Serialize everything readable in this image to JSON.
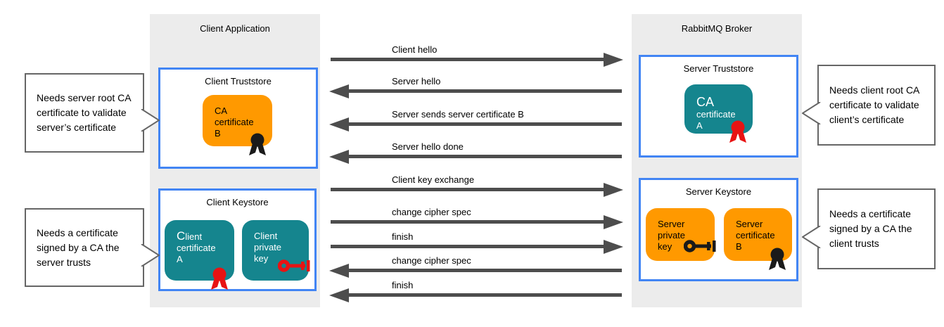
{
  "colors": {
    "panel_bg": "#ececec",
    "store_border": "#4285f4",
    "orange": "#ff9900",
    "teal": "#15858e",
    "arrow": "#4d4d4d",
    "red": "#e81313",
    "black": "#1a1a1a",
    "callout_border": "#666666"
  },
  "panels": {
    "client": {
      "title": "Client Application"
    },
    "broker": {
      "title": "RabbitMQ Broker"
    }
  },
  "stores": {
    "client_truststore": {
      "title": "Client Truststore",
      "cards": [
        {
          "lines": [
            "CA",
            "certificate",
            "B"
          ],
          "style": "orange",
          "icon": "ribbon",
          "icon_color": "black"
        }
      ]
    },
    "client_keystore": {
      "title": "Client Keystore",
      "cards": [
        {
          "lines": [
            "Client",
            "certificate",
            "A"
          ],
          "style": "teal",
          "icon": "ribbon",
          "icon_color": "red",
          "emphasize_initial": true
        },
        {
          "lines": [
            "Client",
            "private",
            "key"
          ],
          "style": "teal",
          "icon": "key",
          "icon_color": "red"
        }
      ]
    },
    "server_truststore": {
      "title": "Server Truststore",
      "cards": [
        {
          "lines": [
            "CA",
            "certificate",
            "A"
          ],
          "style": "teal",
          "icon": "ribbon",
          "icon_color": "red",
          "emphasize_first_line": true
        }
      ]
    },
    "server_keystore": {
      "title": "Server Keystore",
      "cards": [
        {
          "lines": [
            "Server",
            "private",
            "key"
          ],
          "style": "orange",
          "icon": "key",
          "icon_color": "black"
        },
        {
          "lines": [
            "Server",
            "certificate",
            "B"
          ],
          "style": "orange",
          "icon": "ribbon",
          "icon_color": "black"
        }
      ]
    }
  },
  "messages": [
    {
      "label": "Client hello",
      "direction": "right"
    },
    {
      "label": "Server hello",
      "direction": "left"
    },
    {
      "label": "Server sends server certificate B",
      "direction": "left"
    },
    {
      "label": "Server hello done",
      "direction": "left"
    },
    {
      "label": "Client key exchange",
      "direction": "right"
    },
    {
      "label": "change cipher spec",
      "direction": "right"
    },
    {
      "label": "finish",
      "direction": "right"
    },
    {
      "label": "change cipher spec",
      "direction": "left"
    },
    {
      "label": "finish",
      "direction": "left"
    }
  ],
  "callouts": [
    {
      "text": "Needs server root CA certificate to validate server’s certificate",
      "side": "left"
    },
    {
      "text": "Needs a certificate signed by a CA the server trusts",
      "side": "left"
    },
    {
      "text": "Needs client root CA certificate to validate client’s certificate",
      "side": "right"
    },
    {
      "text": "Needs a certificate signed by a CA the client trusts",
      "side": "right"
    }
  ]
}
